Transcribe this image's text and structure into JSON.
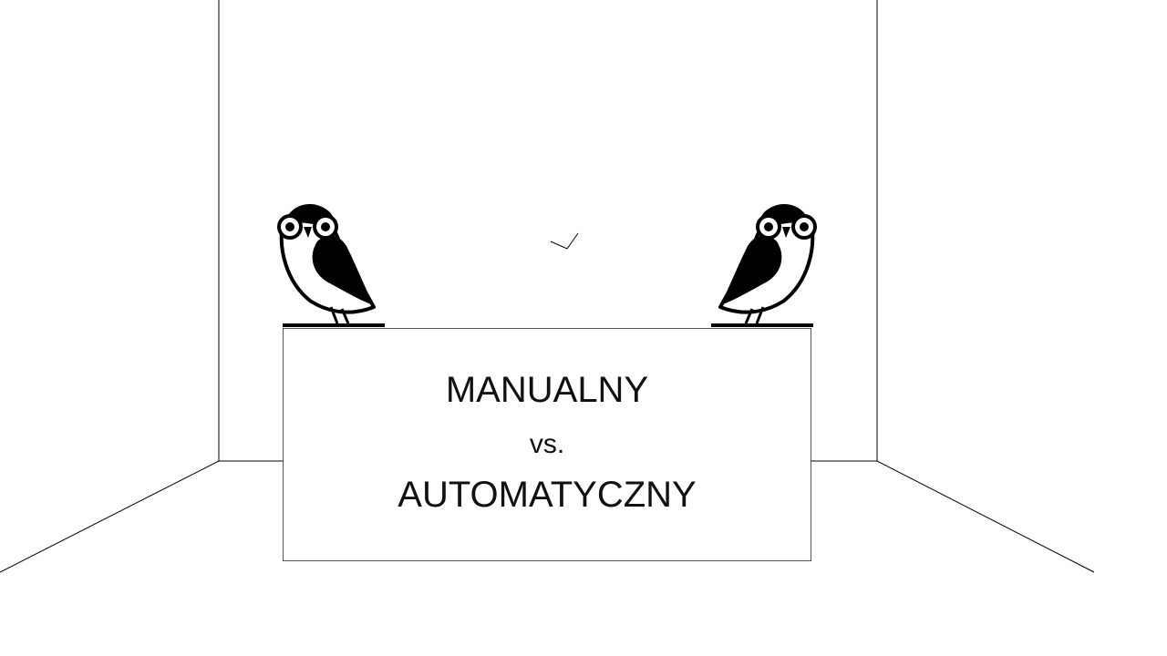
{
  "desk": {
    "line1": "MANUALNY",
    "line2": "vs.",
    "line3": "AUTOMATYCZNY"
  },
  "colors": {
    "ink": "#000000",
    "background": "#ffffff"
  },
  "icons": {
    "left": "owl-icon",
    "right": "owl-icon",
    "center": "checkmark-icon"
  }
}
